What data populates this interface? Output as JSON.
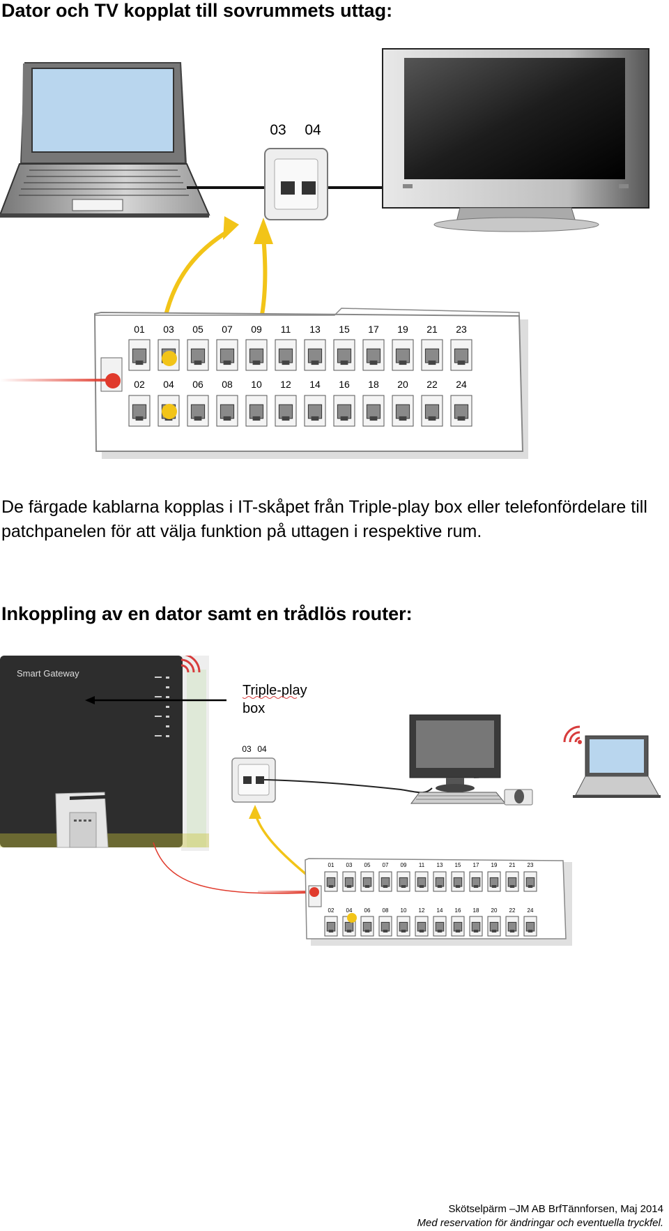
{
  "section1": {
    "heading": "Dator och TV kopplat till sovrummets uttag:",
    "outlet_labels": [
      "03",
      "04"
    ],
    "panel_top_ports": [
      "01",
      "03",
      "05",
      "07",
      "09",
      "11",
      "13",
      "15",
      "17",
      "19",
      "21",
      "23"
    ],
    "panel_bottom_ports": [
      "02",
      "04",
      "06",
      "08",
      "10",
      "12",
      "14",
      "16",
      "18",
      "20",
      "22",
      "24"
    ],
    "colors": {
      "yellow": "#f2c418",
      "red": "#e03a2c",
      "screen": "#b9d6ee"
    }
  },
  "paragraph": "De färgade kablarna kopplas i IT-skåpet från Triple-play box eller telefonfördelare till patchpanelen för att välja funktion på uttagen i respektive rum.",
  "section2": {
    "heading": "Inkoppling av en dator samt en trådlös router:",
    "gateway_label": "Smart Gateway",
    "callout_line1": "Triple-play",
    "callout_line2": "box",
    "outlet_labels": [
      "03",
      "04"
    ],
    "panel_top_ports": [
      "01",
      "03",
      "05",
      "07",
      "09",
      "11",
      "13",
      "15",
      "17",
      "19",
      "21",
      "23"
    ],
    "panel_bottom_ports": [
      "02",
      "04",
      "06",
      "08",
      "10",
      "12",
      "14",
      "16",
      "18",
      "20",
      "22",
      "24"
    ]
  },
  "footer": {
    "line1": "Skötselpärm –JM AB BrfTännforsen, Maj 2014",
    "line2": "Med reservation för ändringar och eventuella tryckfel."
  }
}
